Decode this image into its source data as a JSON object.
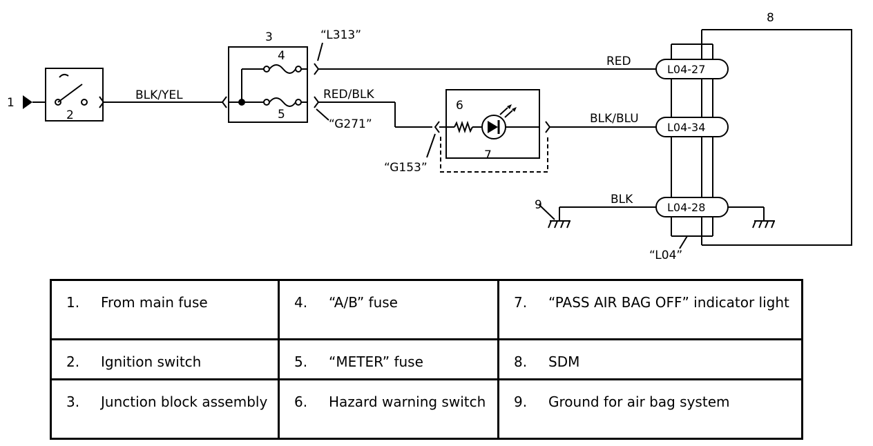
{
  "components": {
    "main_fuse_num": "1",
    "ignition_num": "2",
    "junction_num": "3",
    "ab_fuse_num": "4",
    "meter_fuse_num": "5",
    "hazard_num": "6",
    "indicator_num": "7",
    "sdm_num": "8",
    "ground_num": "9"
  },
  "wires": {
    "blk_yel": "BLK/YEL",
    "red": "RED",
    "red_blk": "RED/BLK",
    "blk_blu": "BLK/BLU",
    "blk": "BLK"
  },
  "connectors": {
    "l313": "“L313”",
    "g271": "“G271”",
    "g153": "“G153”",
    "l04": "“L04”",
    "pin_27": "L04-27",
    "pin_34": "L04-34",
    "pin_28": "L04-28"
  },
  "legend": {
    "rows": [
      [
        {
          "num": "1.",
          "text": "From main fuse"
        },
        {
          "num": "4.",
          "text": "“A/B” fuse"
        },
        {
          "num": "7.",
          "text": "“PASS AIR BAG OFF” indicator light"
        }
      ],
      [
        {
          "num": "2.",
          "text": "Ignition switch"
        },
        {
          "num": "5.",
          "text": "“METER” fuse"
        },
        {
          "num": "8.",
          "text": "SDM"
        }
      ],
      [
        {
          "num": "3.",
          "text": "Junction block assembly"
        },
        {
          "num": "6.",
          "text": "Hazard warning switch"
        },
        {
          "num": "9.",
          "text": "Ground for air bag system"
        }
      ]
    ]
  }
}
